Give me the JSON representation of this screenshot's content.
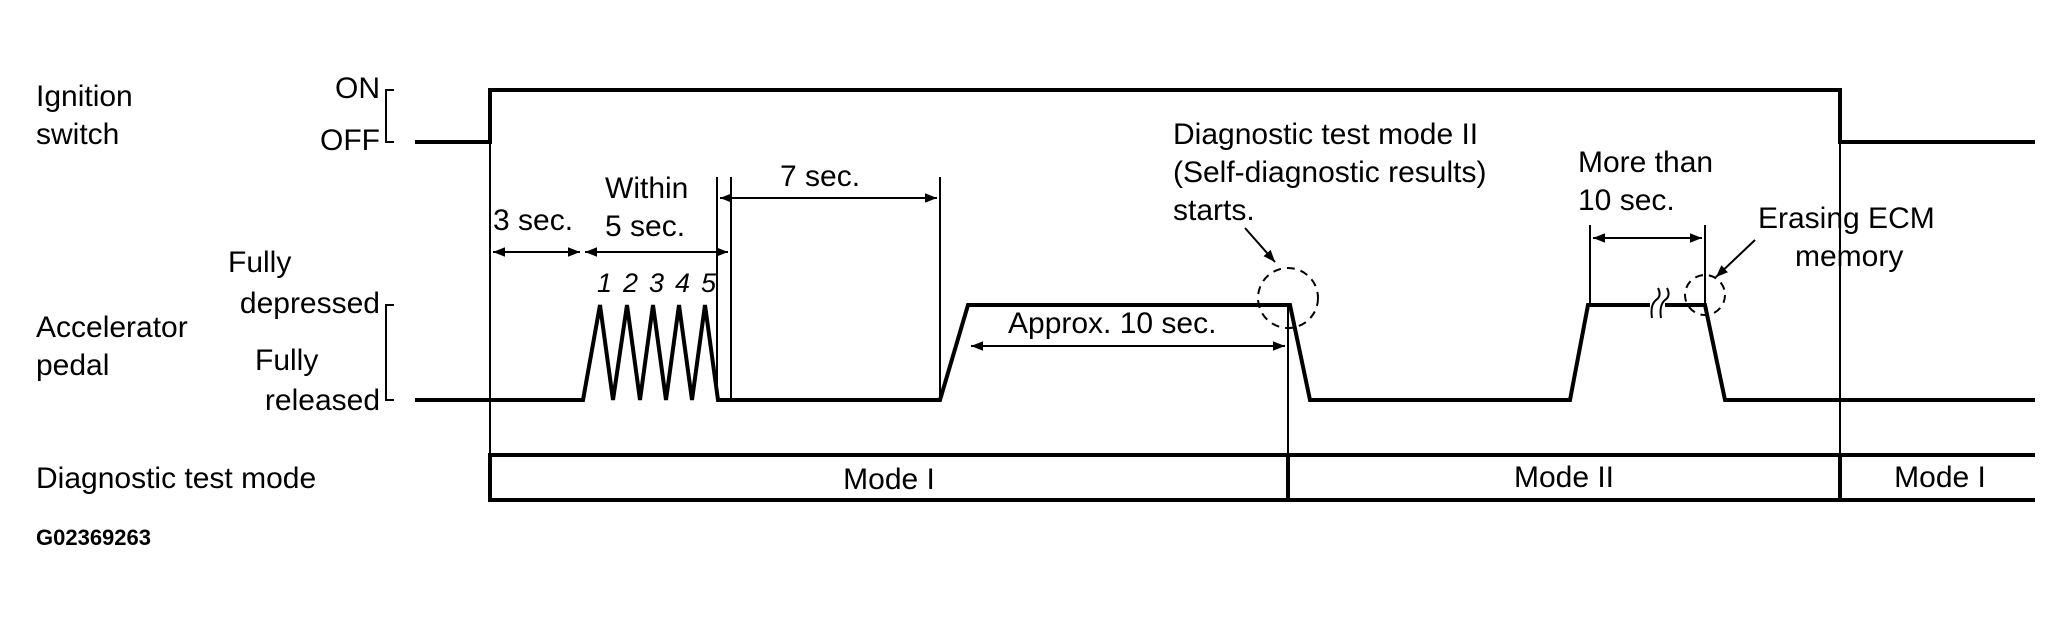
{
  "labels": {
    "ignition_l1": "Ignition",
    "ignition_l2": "switch",
    "on": "ON",
    "off": "OFF",
    "fully_depressed_l1": "Fully",
    "fully_depressed_l2": "depressed",
    "accel_l1": "Accelerator",
    "accel_l2": "pedal",
    "fully_released_l1": "Fully",
    "fully_released_l2": "released",
    "diag_mode": "Diagnostic test mode",
    "code": "G02369263"
  },
  "timing": {
    "three_sec": "3 sec.",
    "within_l1": "Within",
    "within_l2": "5 sec.",
    "seven_sec": "7 sec.",
    "approx": "Approx. 10 sec.",
    "more_l1": "More than",
    "more_l2": "10 sec."
  },
  "pulses": [
    "1",
    "2",
    "3",
    "4",
    "5"
  ],
  "annotations": {
    "mode2_l1": "Diagnostic test mode II",
    "mode2_l2": "(Self-diagnostic results)",
    "mode2_l3": "starts.",
    "erase_l1": "Erasing ECM",
    "erase_l2": "memory"
  },
  "modes": [
    "Mode I",
    "Mode II",
    "Mode I"
  ]
}
